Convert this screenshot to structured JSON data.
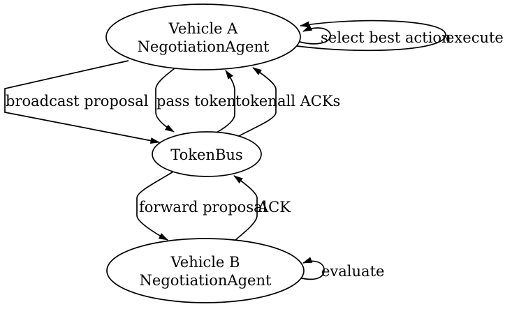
{
  "diagram": {
    "type": "directed-graph",
    "colors": {
      "background": "#ffffff",
      "node_fill": "#ffffff",
      "stroke": "#000000",
      "text": "#000000"
    },
    "nodes": {
      "vehicle_a": {
        "line1": "Vehicle A",
        "line2": "NegotiationAgent"
      },
      "tokenbus": {
        "label": "TokenBus"
      },
      "vehicle_b": {
        "line1": "Vehicle B",
        "line2": "NegotiationAgent"
      }
    },
    "edges": {
      "broadcast_proposal": {
        "label": "broadcast proposal",
        "from": "Vehicle A NegotiationAgent",
        "to": "TokenBus"
      },
      "pass_token": {
        "label": "pass token",
        "from": "Vehicle A NegotiationAgent",
        "to": "TokenBus"
      },
      "token": {
        "label": "token",
        "from": "TokenBus",
        "to": "Vehicle A NegotiationAgent"
      },
      "all_acks": {
        "label": "all ACKs",
        "from": "TokenBus",
        "to": "Vehicle A NegotiationAgent"
      },
      "forward_proposal": {
        "label": "forward proposal",
        "from": "TokenBus",
        "to": "Vehicle B NegotiationAgent"
      },
      "ack": {
        "label": "ACK",
        "from": "Vehicle B NegotiationAgent",
        "to": "TokenBus"
      },
      "select_best_action": {
        "label": "select best action",
        "from": "Vehicle A NegotiationAgent",
        "to": "Vehicle A NegotiationAgent"
      },
      "execute": {
        "label": "execute",
        "from": "Vehicle A NegotiationAgent",
        "to": "Vehicle A NegotiationAgent"
      },
      "evaluate": {
        "label": "evaluate",
        "from": "Vehicle B NegotiationAgent",
        "to": "Vehicle B NegotiationAgent"
      }
    }
  }
}
